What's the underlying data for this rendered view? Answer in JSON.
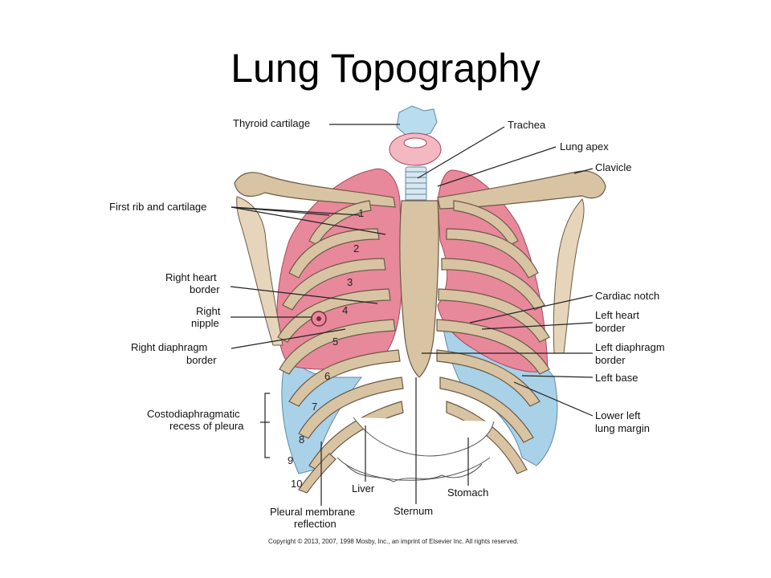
{
  "title": "Lung Topography",
  "labels": {
    "thyroid_cartilage": "Thyroid cartilage",
    "trachea": "Trachea",
    "lung_apex": "Lung apex",
    "clavicle": "Clavicle",
    "first_rib": "First rib and cartilage",
    "right_heart_border_1": "Right heart",
    "right_heart_border_2": "border",
    "right_nipple_1": "Right",
    "right_nipple_2": "nipple",
    "right_diaphragm_1": "Right diaphragm",
    "right_diaphragm_2": "border",
    "costo_1": "Costodiaphragmatic",
    "costo_2": "recess of pleura",
    "pleural_1": "Pleural membrane",
    "pleural_2": "reflection",
    "liver": "Liver",
    "sternum": "Sternum",
    "stomach": "Stomach",
    "cardiac_notch": "Cardiac notch",
    "left_heart_border_1": "Left heart",
    "left_heart_border_2": "border",
    "left_diaphragm_1": "Left diaphragm",
    "left_diaphragm_2": "border",
    "left_base": "Left base",
    "lower_left_1": "Lower left",
    "lower_left_2": "lung margin"
  },
  "rib_numbers": [
    "1",
    "2",
    "3",
    "4",
    "5",
    "6",
    "7",
    "8",
    "9",
    "10"
  ],
  "copyright": "Copyright © 2013, 2007, 1998 Mosby, Inc., an imprint of Elsevier Inc. All rights reserved.",
  "colors": {
    "lung": "#e8889b",
    "pleural_recess": "#a9d1e8",
    "bone": "#d8c3a3",
    "cartilage": "#b9dcef"
  }
}
